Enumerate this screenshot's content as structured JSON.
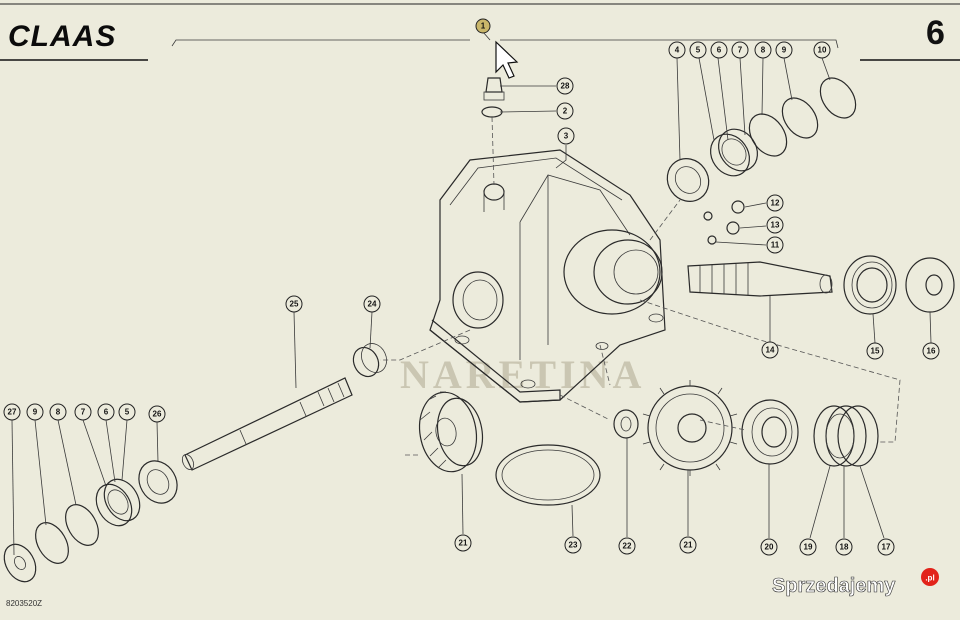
{
  "header": {
    "brand": "CLAAS",
    "page_number": "6"
  },
  "footer": {
    "drawing_code": "8203520Z",
    "site": "Sprzedajemy",
    "site_suffix": ".pl"
  },
  "watermark": "NARETINA",
  "colors": {
    "background": "#ecebdc",
    "ink": "#2a2a2a",
    "watermark": "#8c8266",
    "logo_red": "#e2231a"
  },
  "callouts": [
    {
      "id": "c-top",
      "label": "1"
    },
    {
      "id": "c-28",
      "label": "28"
    },
    {
      "id": "c-2",
      "label": "2"
    },
    {
      "id": "c-3",
      "label": "3"
    },
    {
      "id": "c-4",
      "label": "4"
    },
    {
      "id": "c-5a",
      "label": "5"
    },
    {
      "id": "c-6a",
      "label": "6"
    },
    {
      "id": "c-7a",
      "label": "7"
    },
    {
      "id": "c-8a",
      "label": "8"
    },
    {
      "id": "c-9a",
      "label": "9"
    },
    {
      "id": "c-10",
      "label": "10"
    },
    {
      "id": "c-12",
      "label": "12"
    },
    {
      "id": "c-13",
      "label": "13"
    },
    {
      "id": "c-11",
      "label": "11"
    },
    {
      "id": "c-14",
      "label": "14"
    },
    {
      "id": "c-15",
      "label": "15"
    },
    {
      "id": "c-16",
      "label": "16"
    },
    {
      "id": "c-25",
      "label": "25"
    },
    {
      "id": "c-24",
      "label": "24"
    },
    {
      "id": "c-27",
      "label": "27"
    },
    {
      "id": "c-9b",
      "label": "9"
    },
    {
      "id": "c-8b",
      "label": "8"
    },
    {
      "id": "c-7b",
      "label": "7"
    },
    {
      "id": "c-6b",
      "label": "6"
    },
    {
      "id": "c-5b",
      "label": "5"
    },
    {
      "id": "c-26",
      "label": "26"
    },
    {
      "id": "c-21a",
      "label": "21"
    },
    {
      "id": "c-23",
      "label": "23"
    },
    {
      "id": "c-22",
      "label": "22"
    },
    {
      "id": "c-21b",
      "label": "21"
    },
    {
      "id": "c-20",
      "label": "20"
    },
    {
      "id": "c-19",
      "label": "19"
    },
    {
      "id": "c-18",
      "label": "18"
    },
    {
      "id": "c-17",
      "label": "17"
    }
  ]
}
